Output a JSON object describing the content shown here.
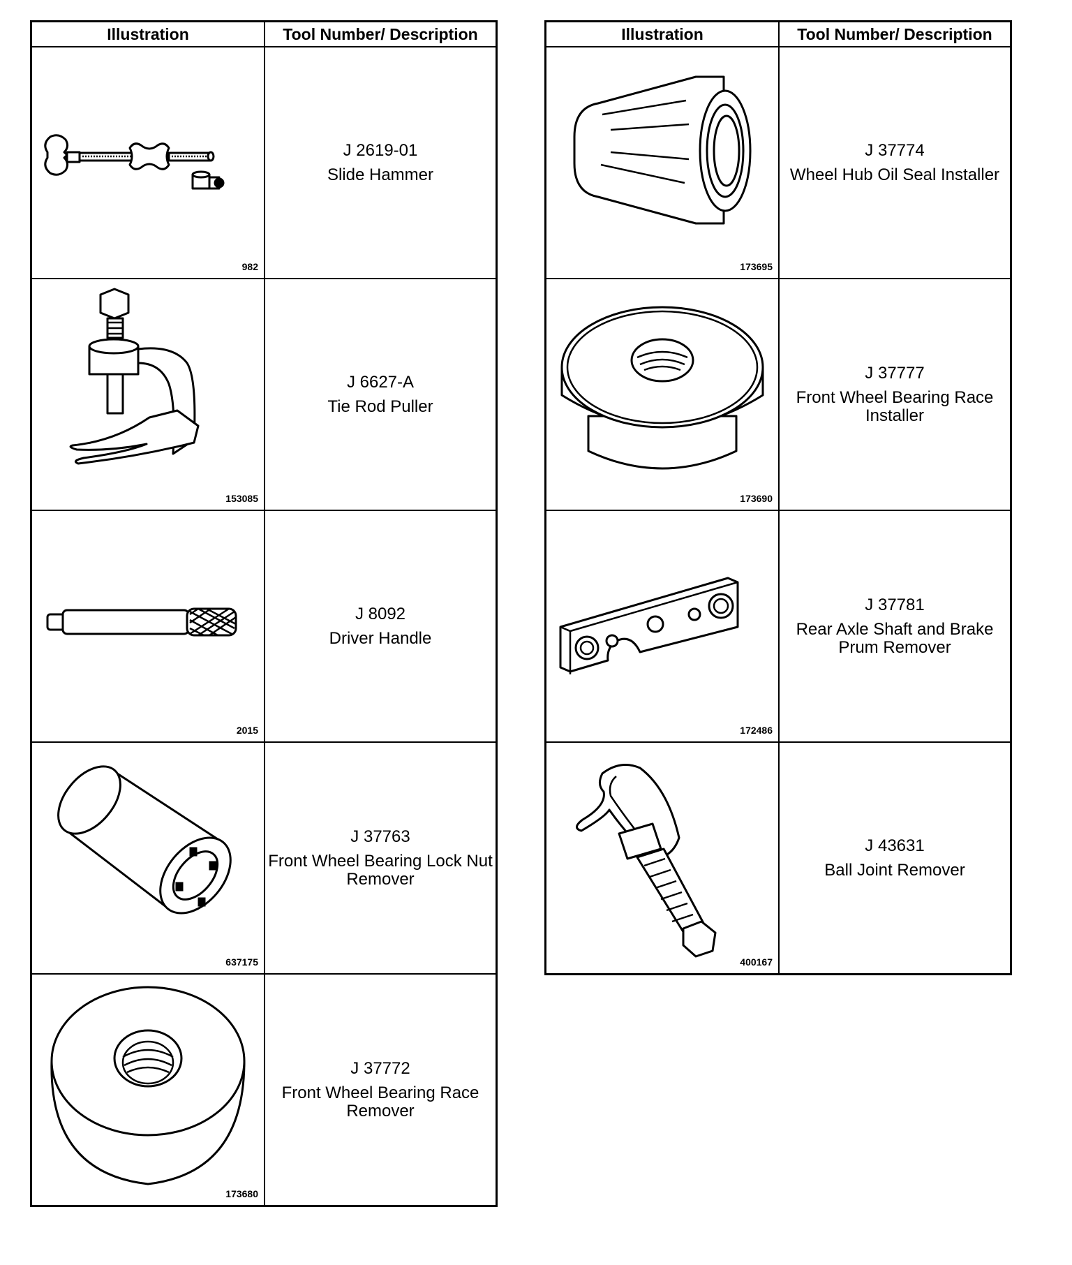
{
  "headers": {
    "illustration": "Illustration",
    "tool_desc": "Tool Number/ Description"
  },
  "left_tools": [
    {
      "figure_number": "982",
      "tool_number": "J 2619-01",
      "description": "Slide Hammer",
      "icon": "slide-hammer-icon"
    },
    {
      "figure_number": "153085",
      "tool_number": "J 6627-A",
      "description": "Tie Rod Puller",
      "icon": "tie-rod-puller-icon"
    },
    {
      "figure_number": "2015",
      "tool_number": "J 8092",
      "description": "Driver Handle",
      "icon": "driver-handle-icon"
    },
    {
      "figure_number": "637175",
      "tool_number": "J 37763",
      "description": "Front Wheel Bearing Lock Nut Remover",
      "icon": "lock-nut-remover-icon"
    },
    {
      "figure_number": "173680",
      "tool_number": "J 37772",
      "description": "Front Wheel Bearing Race Remover",
      "icon": "race-remover-icon"
    }
  ],
  "right_tools": [
    {
      "figure_number": "173695",
      "tool_number": "J 37774",
      "description": "Wheel Hub Oil Seal Installer",
      "icon": "oil-seal-installer-icon"
    },
    {
      "figure_number": "173690",
      "tool_number": "J 37777",
      "description": "Front Wheel Bearing Race Installer",
      "icon": "race-installer-icon"
    },
    {
      "figure_number": "172486",
      "tool_number": "J 37781",
      "description": "Rear Axle Shaft and Brake Prum Remover",
      "icon": "axle-shaft-remover-icon"
    },
    {
      "figure_number": "400167",
      "tool_number": "J 43631",
      "description": "Ball Joint Remover",
      "icon": "ball-joint-remover-icon"
    }
  ]
}
